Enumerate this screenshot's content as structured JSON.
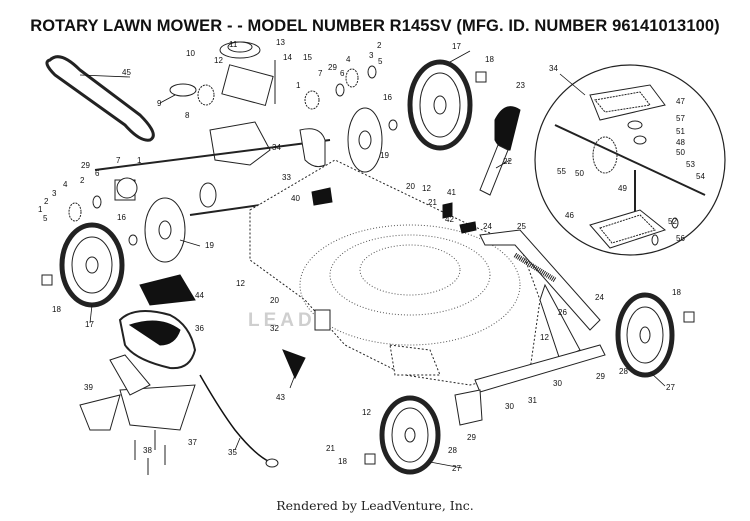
{
  "title": "ROTARY LAWN MOWER - - MODEL NUMBER  R145SV  (MFG. ID. NUMBER 96141013100)",
  "footer": "Rendered by LeadVenture, Inc.",
  "watermark": "LEADVENTURE",
  "callouts": [
    "1",
    "2",
    "3",
    "4",
    "5",
    "6",
    "7",
    "8",
    "9",
    "10",
    "11",
    "12",
    "13",
    "14",
    "15",
    "16",
    "17",
    "18",
    "19",
    "20",
    "21",
    "22",
    "23",
    "24",
    "25",
    "26",
    "27",
    "28",
    "29",
    "30",
    "31",
    "32",
    "33",
    "34",
    "35",
    "36",
    "37",
    "38",
    "39",
    "40",
    "41",
    "42",
    "43",
    "44",
    "45",
    "46",
    "47",
    "48",
    "49",
    "50",
    "51",
    "52",
    "53",
    "54",
    "55",
    "56",
    "57"
  ]
}
